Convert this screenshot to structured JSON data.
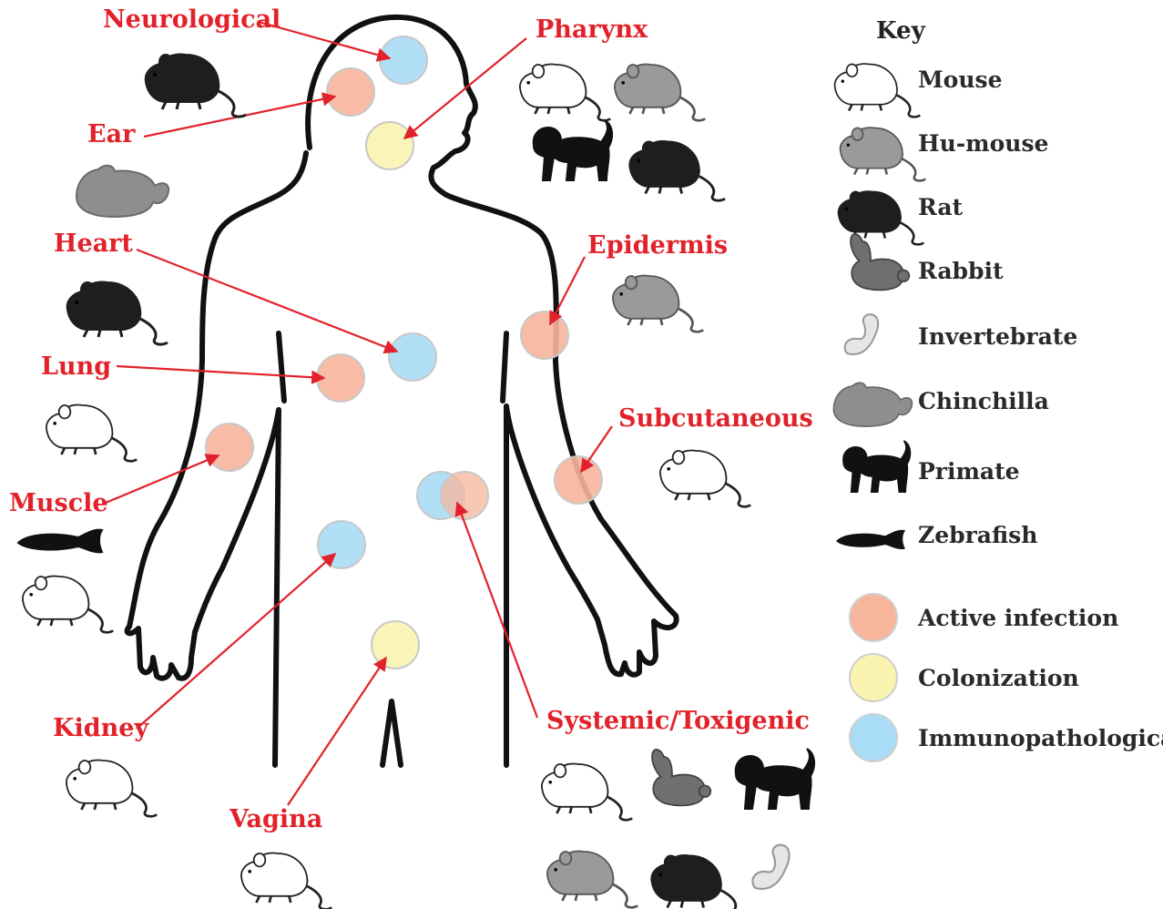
{
  "colors": {
    "label": "#e2222a",
    "arrow": "#e2222a",
    "active": "#f7b59c",
    "colonization": "#fbf3b0",
    "immuno": "#a9dcf5",
    "mouse": "#ffffff",
    "hu_mouse": "#9a9a9a",
    "rat": "#1e1e1e",
    "rabbit": "#6f6f6f",
    "invertebrate": "#e6e6e6",
    "chinchilla": "#8e8e8e",
    "primate": "#111111",
    "zebrafish": "#111111"
  },
  "sites": {
    "neurological": "Neurological",
    "ear": "Ear",
    "pharynx": "Pharynx",
    "heart": "Heart",
    "epidermis": "Epidermis",
    "lung": "Lung",
    "subcutaneous": "Subcutaneous",
    "muscle": "Muscle",
    "kidney": "Kidney",
    "systemic": "Systemic/Toxigenic",
    "vagina": "Vagina"
  },
  "key": {
    "title": "Key",
    "animals": [
      {
        "label": "Mouse",
        "icon": "mouse-icon"
      },
      {
        "label": "Hu-mouse",
        "icon": "hu-mouse-icon"
      },
      {
        "label": "Rat",
        "icon": "rat-icon"
      },
      {
        "label": "Rabbit",
        "icon": "rabbit-icon"
      },
      {
        "label": "Invertebrate",
        "icon": "invertebrate-icon"
      },
      {
        "label": "Chinchilla",
        "icon": "chinchilla-icon"
      },
      {
        "label": "Primate",
        "icon": "primate-icon"
      },
      {
        "label": "Zebrafish",
        "icon": "zebrafish-icon"
      }
    ],
    "infection_types": [
      {
        "label": "Active infection"
      },
      {
        "label": "Colonization"
      },
      {
        "label": "Immunopathological"
      }
    ]
  }
}
